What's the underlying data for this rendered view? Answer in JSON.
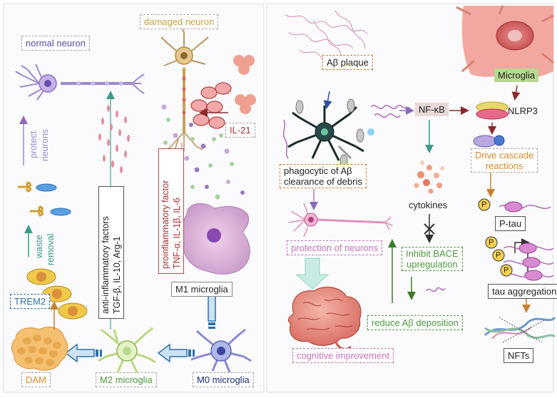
{
  "colors": {
    "purple": "#7a5aa8",
    "blue": "#2e6fa8",
    "orange": "#d98a2a",
    "green": "#4a9a3a",
    "teal": "#3a9a8a",
    "red": "#b03030",
    "navy": "#1e2f78",
    "dark": "#222222"
  },
  "left_panel": {
    "normal_neuron": "normal neuron",
    "damaged_neuron": "damaged neuron",
    "il21": "IL-21",
    "protect_neurons": [
      "protect",
      "neurons"
    ],
    "waste_removal": [
      "waste",
      "removal"
    ],
    "trem2": "TREM2",
    "anti_inflammatory": [
      "anti-inflammatory factors",
      "TGF-β, IL-10, Arg-1"
    ],
    "proinflammatory": [
      "proinflammatory factor",
      "TNF-α, IL-1β, IL-6"
    ],
    "m1_microglia": "M1 microglia",
    "dam": "DAM",
    "m2_microglia": "M2 microglia",
    "m0_microglia": "M0 microglia"
  },
  "right_panel": {
    "abeta_plaque": "Aβ plaque",
    "microglia": "Microglia",
    "nfkb": "NF-κB",
    "nlrp3": "NLRP3",
    "phagocytic": [
      "phagocytic of Aβ",
      "clearance of debris"
    ],
    "drive_cascade": [
      "Drive cascade",
      "reactions"
    ],
    "cytokines": "cytokines",
    "p_label": "P",
    "ptau": "P-tau",
    "protection": "protection of neurons",
    "inhibit_bace": [
      "Inhibit BACE",
      "upregulation"
    ],
    "tau_aggregation": "tau aggregation",
    "reduce_abeta": "reduce Aβ deposition",
    "cognitive": "cognitive improvement",
    "nfts": "NFTs"
  }
}
